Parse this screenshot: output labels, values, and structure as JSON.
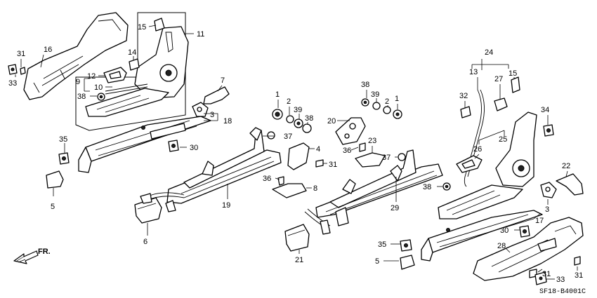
{
  "diagram": {
    "labels": [
      {
        "id": "p31a",
        "text": "31"
      },
      {
        "id": "p16",
        "text": "16"
      },
      {
        "id": "p33a",
        "text": "33"
      },
      {
        "id": "p15a",
        "text": "15"
      },
      {
        "id": "p11",
        "text": "11"
      },
      {
        "id": "p14",
        "text": "14"
      },
      {
        "id": "p12",
        "text": "12"
      },
      {
        "id": "p9",
        "text": "9"
      },
      {
        "id": "p10",
        "text": "10"
      },
      {
        "id": "p38a",
        "text": "38"
      },
      {
        "id": "p7",
        "text": "7"
      },
      {
        "id": "p3a",
        "text": "3"
      },
      {
        "id": "p18",
        "text": "18"
      },
      {
        "id": "p35a",
        "text": "35"
      },
      {
        "id": "p30a",
        "text": "30"
      },
      {
        "id": "p5a",
        "text": "5"
      },
      {
        "id": "p1a",
        "text": "1"
      },
      {
        "id": "p2a",
        "text": "2"
      },
      {
        "id": "p39a",
        "text": "39"
      },
      {
        "id": "p38b",
        "text": "38"
      },
      {
        "id": "p37a",
        "text": "37"
      },
      {
        "id": "p4",
        "text": "4"
      },
      {
        "id": "p31b",
        "text": "31"
      },
      {
        "id": "p36a",
        "text": "36"
      },
      {
        "id": "p8",
        "text": "8"
      },
      {
        "id": "p19",
        "text": "19"
      },
      {
        "id": "p6",
        "text": "6"
      },
      {
        "id": "p38c",
        "text": "38"
      },
      {
        "id": "p39b",
        "text": "39"
      },
      {
        "id": "p2b",
        "text": "2"
      },
      {
        "id": "p1b",
        "text": "1"
      },
      {
        "id": "p20",
        "text": "20"
      },
      {
        "id": "p23",
        "text": "23"
      },
      {
        "id": "p36b",
        "text": "36"
      },
      {
        "id": "p37b",
        "text": "37"
      },
      {
        "id": "p29",
        "text": "29"
      },
      {
        "id": "p21",
        "text": "21"
      },
      {
        "id": "p35b",
        "text": "35"
      },
      {
        "id": "p5b",
        "text": "5"
      },
      {
        "id": "p24",
        "text": "24"
      },
      {
        "id": "p13",
        "text": "13"
      },
      {
        "id": "p27",
        "text": "27"
      },
      {
        "id": "p15b",
        "text": "15"
      },
      {
        "id": "p32",
        "text": "32"
      },
      {
        "id": "p34",
        "text": "34"
      },
      {
        "id": "p26",
        "text": "26"
      },
      {
        "id": "p25",
        "text": "25"
      },
      {
        "id": "p38d",
        "text": "38"
      },
      {
        "id": "p22",
        "text": "22"
      },
      {
        "id": "p3b",
        "text": "3"
      },
      {
        "id": "p17",
        "text": "17"
      },
      {
        "id": "p30b",
        "text": "30"
      },
      {
        "id": "p28",
        "text": "28"
      },
      {
        "id": "p31c",
        "text": "31"
      },
      {
        "id": "p33b",
        "text": "33"
      },
      {
        "id": "p31d",
        "text": "31"
      }
    ],
    "direction_label": "FR.",
    "drawing_code": "SF18-B4001C"
  }
}
